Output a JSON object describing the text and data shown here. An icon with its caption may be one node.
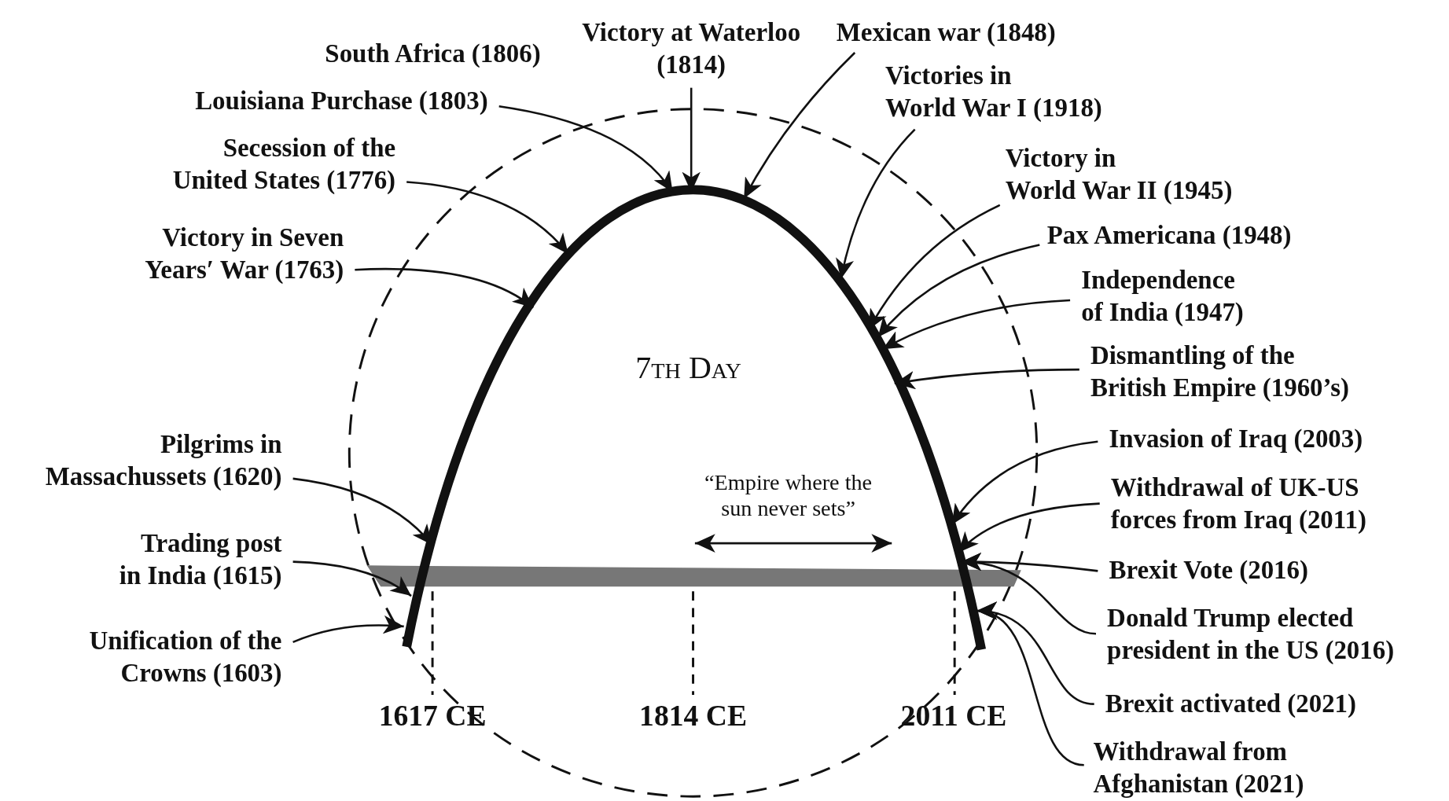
{
  "diagram": {
    "nodes": [
      {
        "text": [
          "South Africa (1806)"
        ]
      },
      {
        "text": [
          "Victory at Waterloo (1814)"
        ]
      },
      {
        "text": [
          "Mexican war (1848)"
        ]
      },
      {
        "text": [
          "Louisiana Purchase (1803)"
        ]
      },
      {
        "text": [
          "Victories in World War I (1918)"
        ]
      },
      {
        "text": [
          "Secession of the United States (1776)"
        ]
      },
      {
        "text": [
          "Victory in World War II (1945)"
        ]
      },
      {
        "text": [
          "Victory in Seven Years′ War (1763)"
        ]
      },
      {
        "text": [
          "Pax Americana (1948)"
        ]
      },
      {
        "text": [
          "Independence of India (1947)"
        ]
      },
      {
        "text": [
          "Dismantling of the British Empire (1960’s)"
        ]
      },
      {
        "text": [
          "Pilgrims in Massachussets (1620)"
        ]
      },
      {
        "text": [
          "Invasion of Iraq (2003)"
        ]
      },
      {
        "text": [
          "Withdrawal of UK-US forces from Iraq (2011)"
        ]
      },
      {
        "text": [
          "Trading post in India (1615)"
        ]
      },
      {
        "text": [
          "Brexit Vote (2016)"
        ]
      },
      {
        "text": [
          "Unification of the Crowns (1603)"
        ]
      },
      {
        "text": [
          "Donald Trump elected president in the US (2016)"
        ]
      },
      {
        "text": [
          "Brexit activated (2021)"
        ]
      },
      {
        "text": [
          "Withdrawal from Afghanistan (2021)"
        ]
      },
      {
        "text": [],
        "shape": "curve"
      }
    ],
    "edges": [
      {
        "from": 3,
        "to": 20,
        "arrow": "to"
      },
      {
        "from": 1,
        "to": 20,
        "arrow": "to"
      },
      {
        "from": 2,
        "to": 20,
        "arrow": "to"
      },
      {
        "from": 4,
        "to": 20,
        "arrow": "to"
      },
      {
        "from": 5,
        "to": 20,
        "arrow": "to"
      },
      {
        "from": 6,
        "to": 20,
        "arrow": "to"
      },
      {
        "from": 7,
        "to": 20,
        "arrow": "to"
      },
      {
        "from": 8,
        "to": 20,
        "arrow": "to"
      },
      {
        "from": 9,
        "to": 20,
        "arrow": "to"
      },
      {
        "from": 10,
        "to": 20,
        "arrow": "to"
      },
      {
        "from": 11,
        "to": 20,
        "arrow": "to"
      },
      {
        "from": 12,
        "to": 20,
        "arrow": "to"
      },
      {
        "from": 13,
        "to": 20,
        "arrow": "to"
      },
      {
        "from": 14,
        "to": 20,
        "arrow": "to"
      },
      {
        "from": 15,
        "to": 20,
        "arrow": "to"
      },
      {
        "from": 16,
        "to": 20,
        "arrow": "to"
      },
      {
        "from": 17,
        "to": 20,
        "arrow": "to"
      },
      {
        "from": 18,
        "to": 20,
        "arrow": "to"
      },
      {
        "from": 19,
        "to": 20,
        "arrow": "to"
      }
    ],
    "labels": [
      "7th Day",
      "“Empire where the sun never sets”",
      "1617 CE",
      "1814 CE",
      "2011 CE"
    ]
  }
}
